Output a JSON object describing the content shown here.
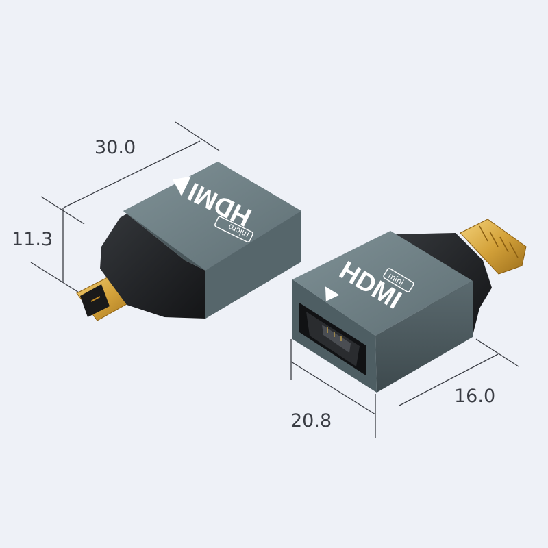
{
  "dimensions": {
    "length": "30.0",
    "height": "11.3",
    "width": "16.0",
    "depth": "20.8"
  },
  "adapters": {
    "micro": {
      "logo": "HDMI",
      "sub_label": "micro"
    },
    "mini": {
      "logo": "HDMI",
      "sub_label": "mini"
    }
  },
  "colors": {
    "background": "#eef1f7",
    "shell": "#5e6f74",
    "shell_dark": "#3f4c51",
    "boot": "#1d1f22",
    "gold": "#d4a23a",
    "dimension_line": "#3a3d44"
  }
}
